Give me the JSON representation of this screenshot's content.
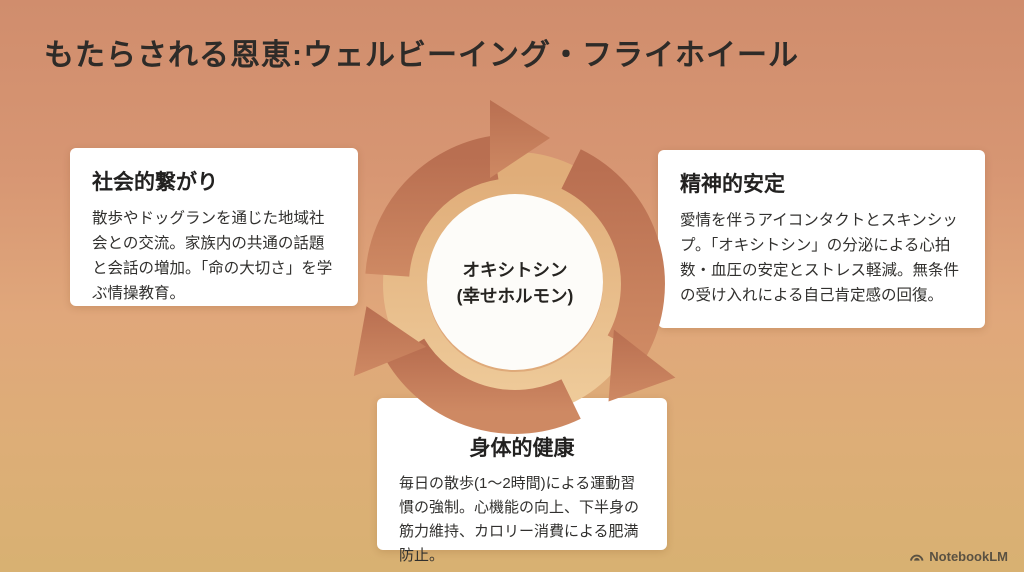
{
  "slide": {
    "title": "もたらされる恩恵:ウェルビーイング・フライホイール"
  },
  "flywheel": {
    "center_line1": "オキシトシン",
    "center_line2": "(幸せホルモン)",
    "direction": "clockwise"
  },
  "cards": {
    "social": {
      "title": "社会的繋がり",
      "body": "散歩やドッグランを通じた地域社会との交流。家族内の共通の話題と会話の増加。「命の大切さ」を学ぶ情操教育。"
    },
    "mental": {
      "title": "精神的安定",
      "body": "愛情を伴うアイコンタクトとスキンシップ。「オキシトシン」の分泌による心拍数・血圧の安定とストレス軽減。無条件の受け入れによる自己肯定感の回復。"
    },
    "physical": {
      "title": "身体的健康",
      "body": "毎日の散歩(1〜2時間)による運動習慣の強制。心機能の向上、下半身の筋力維持、カロリー消費による肥満防止。"
    }
  },
  "watermark": {
    "label": "NotebookLM"
  },
  "colors": {
    "background_top": "#d08d6d",
    "background_bottom": "#d8b172",
    "arrow_dark": "#c07354",
    "ring_light": "#e6bc8a",
    "card_background": "#ffffff",
    "center_circle": "#fdfcf9",
    "title_text": "#2e2b28"
  }
}
